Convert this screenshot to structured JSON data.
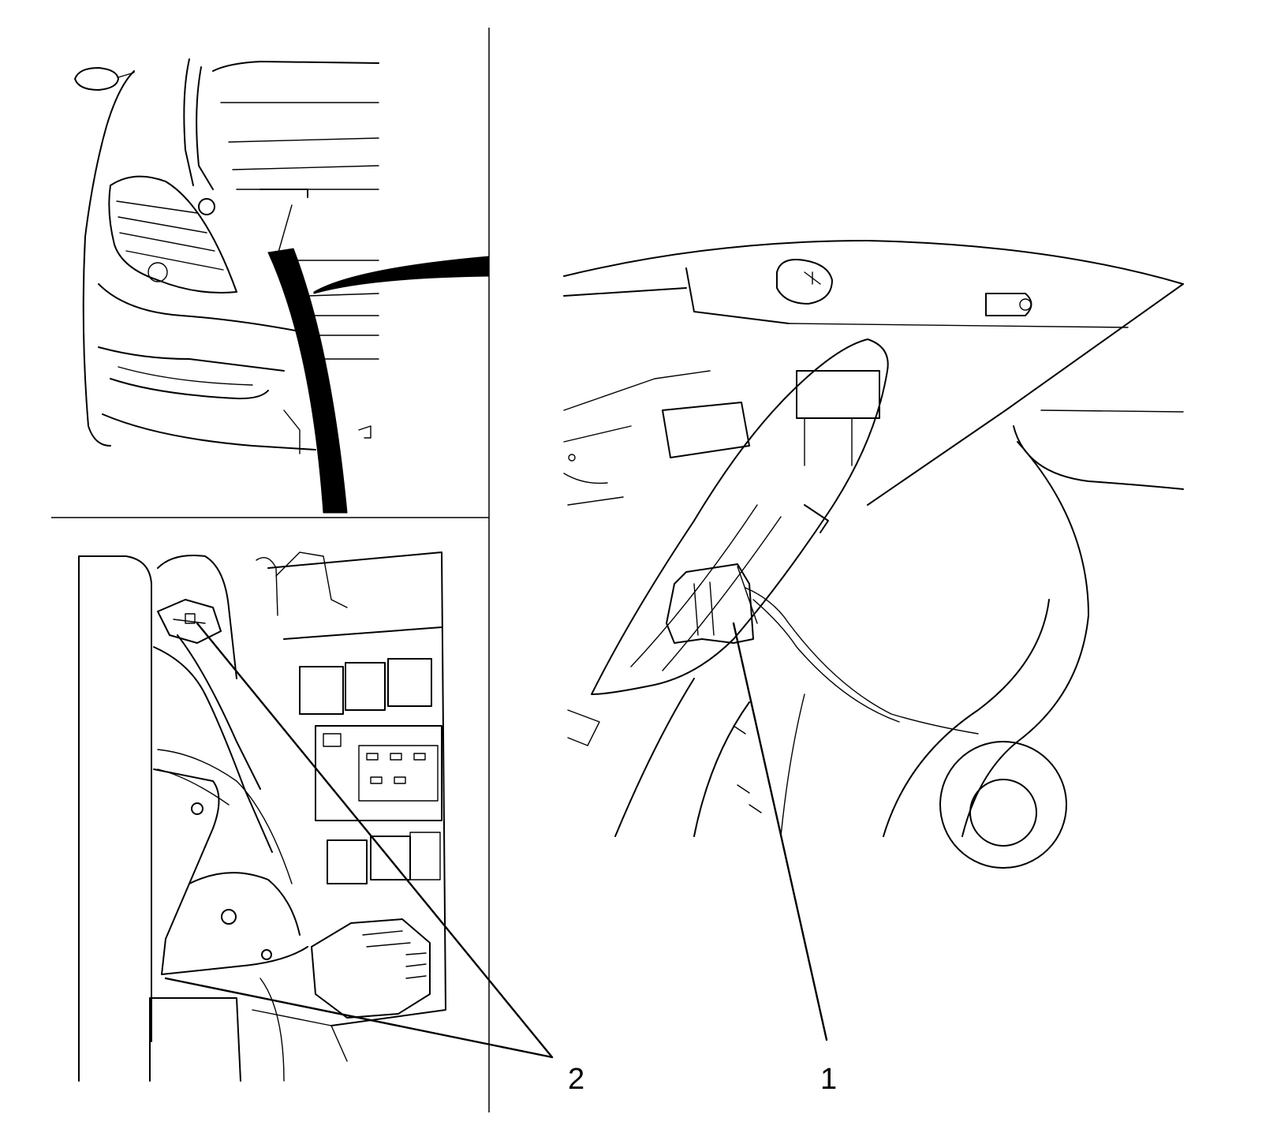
{
  "callouts": {
    "label_1": "1",
    "label_2": "2"
  },
  "panels": {
    "top_left": "front-bumper-headlamp-view",
    "bottom_left": "fuse-relay-box-view",
    "right": "wheelhouse-connector-view"
  },
  "colors": {
    "line": "#000000",
    "background": "#ffffff"
  }
}
